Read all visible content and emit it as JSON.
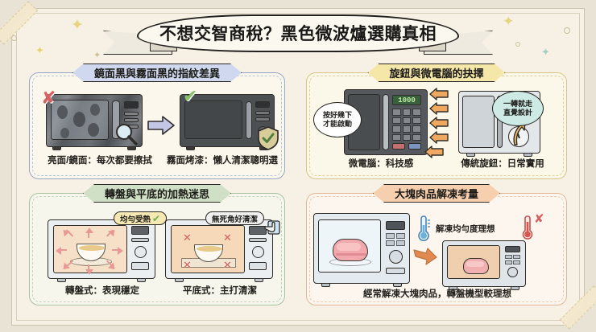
{
  "poster": {
    "title": "不想交智商稅？黑色微波爐選購真相",
    "background_color": "#e9e3d6",
    "card_color": "#f6f1e4"
  },
  "panels": [
    {
      "id": "panel-1",
      "header": "鏡面黑與霧面黑的指紋差異",
      "header_color": "#cfd8ee",
      "border_color": "#97a6c6",
      "left_item": {
        "status_icon": "red-x-icon",
        "caption": "亮面/鏡面：每次都要擦拭",
        "detail_icon": "magnifier-icon",
        "surface": "glossy-mirror-black-with-fingerprints"
      },
      "transition_icon": "right-arrow-icon",
      "right_item": {
        "status_icon": "green-check-icon",
        "caption": "霧面烤漆：懶人清潔聰明選",
        "detail_icon": "shield-check-icon",
        "surface": "matte-black"
      }
    },
    {
      "id": "panel-2",
      "header": "旋鈕與微電腦的抉擇",
      "header_color": "#f4e7a8",
      "border_color": "#d8c587",
      "left_item": {
        "bubble": [
          "按好幾下",
          "才能啟動"
        ],
        "bubble_color": "#ffffff",
        "caption": "微電腦：科技感",
        "display_value": "1000",
        "arrow_count": 5
      },
      "right_item": {
        "bubble": [
          "一轉就走",
          "直覺設計"
        ],
        "bubble_color": "#cdeae4",
        "caption": "傳統旋鈕：日常實用",
        "dial_count": 2,
        "arrow_count": 1
      }
    },
    {
      "id": "panel-3",
      "header": "轉盤與平底的加熱迷思",
      "header_color": "#cfe0c6",
      "border_color": "#a8c2a2",
      "left_item": {
        "badge": "均勻受熱",
        "badge_color": "#f6e8b2",
        "badge_icon": "green-check-icon",
        "caption": "轉盤式：表現穩定",
        "heat_arrows": 8
      },
      "right_item": {
        "badge": "無死角好清潔",
        "badge_color": "#efefef",
        "badge_icon": "hand-wipe-icon",
        "caption": "平底式：主打清潔",
        "cold_spots": 4
      }
    },
    {
      "id": "panel-4",
      "header": "大塊肉品解凍考量",
      "header_color": "#f6cfae",
      "border_color": "#e4b697",
      "left_item": {
        "thermometer_icon": "thermometer-blue-icon",
        "label": "解凍均勻度理想",
        "content": "large-meat-on-turntable"
      },
      "transition_icon": "orange-arrow-icon",
      "right_item": {
        "thermometer_icon": "thermometer-red-icon",
        "status_icon": "red-x-icon",
        "content": "large-meat-in-flatbed"
      },
      "caption": "經常解凍大塊肉品，轉盤機型較理想"
    }
  ]
}
